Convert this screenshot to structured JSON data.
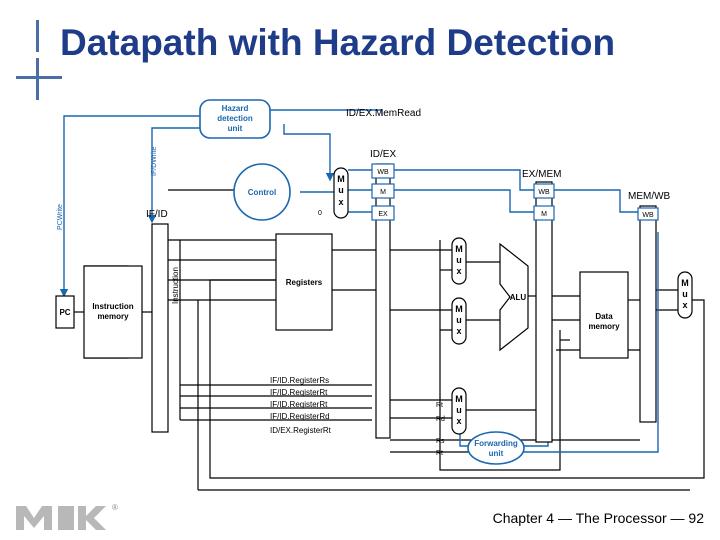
{
  "slide": {
    "title": "Datapath with Hazard Detection",
    "footer": "Chapter 4 — The Processor — 92",
    "logo_icon": "mk-logo",
    "accent_color": "#1f3c88",
    "box_blue": "#1a66b0"
  },
  "diagram": {
    "hazard_unit": "Hazard detection unit",
    "hazard_l1": "Hazard",
    "hazard_l2": "detection",
    "hazard_l3": "unit",
    "control": "Control",
    "pc": "PC",
    "imem_l1": "Instruction",
    "imem_l2": "memory",
    "registers": "Registers",
    "alu": "ALU",
    "dmem_l1": "Data",
    "dmem_l2": "memory",
    "fwd_l1": "Forwarding",
    "fwd_l2": "unit",
    "mux_m": "M",
    "mux_u": "u",
    "mux_x": "x",
    "zero": "0",
    "reg_ifid": "IF/ID",
    "reg_idex": "ID/EX",
    "reg_exmem": "EX/MEM",
    "reg_memwb": "MEM/WB",
    "wb": "WB",
    "m": "M",
    "ex": "EX",
    "sig_memread": "ID/EX.MemRead",
    "sig_ifdwrite": "IF/DWrite",
    "sig_pcwrite": "PCWrite",
    "sig_instruction": "Instruction",
    "sig_rs": "IF/ID.RegisterRs",
    "sig_rt1": "IF/ID.RegisterRt",
    "sig_rt2": "IF/ID.RegisterRt",
    "sig_rd": "IF/ID.RegisterRd",
    "sig_idex_rt": "ID/EX.RegisterRt",
    "f_rt": "Rt",
    "f_rd": "Rd",
    "f_rs": "Rs",
    "f_rt2": "Rt"
  }
}
